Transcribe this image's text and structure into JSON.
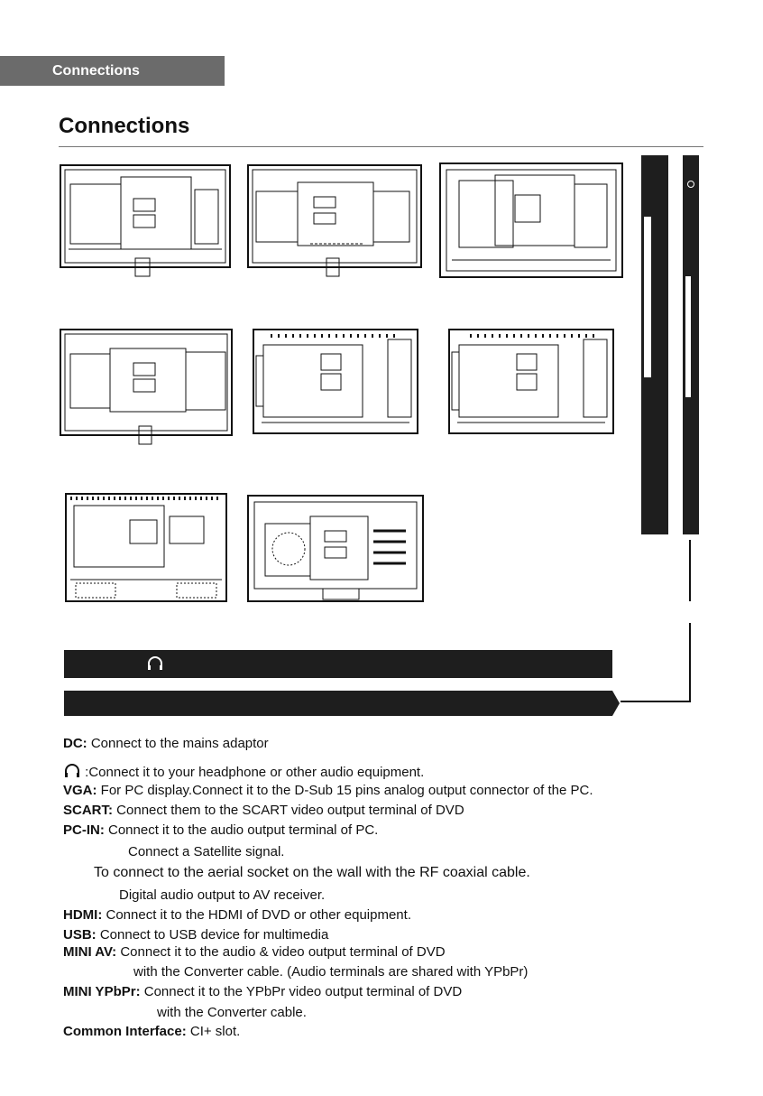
{
  "header": {
    "tab_label": "Connections",
    "title": "Connections"
  },
  "icons": {
    "headphone": "headphone-icon",
    "tv_back": "tv-rear-panel-icon"
  },
  "colors": {
    "tab_bg": "#6b6b6b",
    "bar_bg": "#1e1e1e",
    "rule": "#777777"
  },
  "descriptions": [
    {
      "label": "DC:",
      "text": "Connect to the mains adaptor"
    },
    {
      "label": "",
      "text": ":Connect it to your headphone or other audio equipment."
    },
    {
      "label": "VGA:",
      "text": "For PC display.Connect it to the D-Sub 15 pins analog output connector of the PC."
    },
    {
      "label": "SCART:",
      "text": "Connect them to the SCART video output terminal of DVD"
    },
    {
      "label": "PC-IN:",
      "text": "Connect it to the audio output terminal of PC."
    },
    {
      "label": "",
      "text": "Connect a Satellite signal."
    },
    {
      "label": "",
      "text": "To connect to the aerial socket on the wall with the RF coaxial cable."
    },
    {
      "label": "",
      "text": "Digital audio output to AV receiver."
    },
    {
      "label": "HDMI:",
      "text": "Connect it to the HDMI of DVD or other equipment."
    },
    {
      "label": "USB:",
      "text": "Connect to USB  device for multimedia"
    },
    {
      "label": "MINI AV:",
      "text": "Connect it to the audio & video output terminal of DVD"
    },
    {
      "label": "",
      "text": "with the Converter cable. (Audio terminals are shared with YPbPr)"
    },
    {
      "label": "MINI YPbPr:",
      "text": "Connect it to the YPbPr video output terminal of DVD"
    },
    {
      "label": "",
      "text": "with the Converter cable."
    },
    {
      "label": "Common Interface:",
      "text": "CI+ slot."
    }
  ]
}
